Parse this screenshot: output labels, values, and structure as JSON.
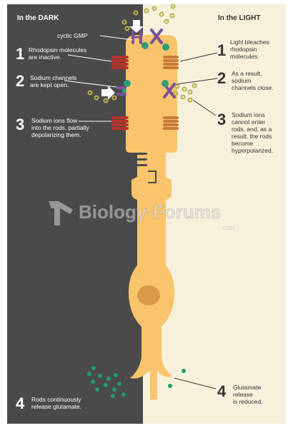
{
  "panels": {
    "dark": {
      "title": "In the DARK",
      "color": "#4a4a4a"
    },
    "light": {
      "title": "In the LIGHT",
      "color": "#f7f1dc"
    }
  },
  "labels": {
    "cyclic_gmp": "cyclic GMP"
  },
  "dark_steps": [
    {
      "num": "1",
      "lines": [
        "Rhodopsin molecules",
        "are inactive."
      ]
    },
    {
      "num": "2",
      "lines": [
        "Sodium channels",
        "are kept open."
      ]
    },
    {
      "num": "3",
      "lines": [
        "Sodium ions flow",
        "into the rods, partially",
        "depolarizing them."
      ]
    },
    {
      "num": "4",
      "lines": [
        "Rods continuously",
        "release glutamate."
      ]
    }
  ],
  "light_steps": [
    {
      "num": "1",
      "lines": [
        "Light bleaches",
        "rhodopsin",
        "molecules."
      ]
    },
    {
      "num": "2",
      "lines": [
        "As a result,",
        "sodium",
        "channels close."
      ]
    },
    {
      "num": "3",
      "lines": [
        "Sodium ions",
        "cannot enter",
        "rods, and, as a",
        "result, the rods",
        "become",
        "hyperpolarized."
      ]
    },
    {
      "num": "4",
      "lines": [
        "Glutamate",
        "release",
        "is reduced."
      ]
    }
  ],
  "watermark": {
    "text": "Biology-Forums",
    "suffix": ".COM"
  },
  "colors": {
    "cell": "#f9c46b",
    "cell_edge": "#f0b04e",
    "nucleus": "#d89a4a",
    "channel_red": "#b8322a",
    "channel_orange": "#c77a3b",
    "rhodopsin": "#7a4f9c",
    "gmp": "#2c9e7a",
    "sodium": "#b8b04a",
    "glutamate": "#1f9e6e"
  }
}
